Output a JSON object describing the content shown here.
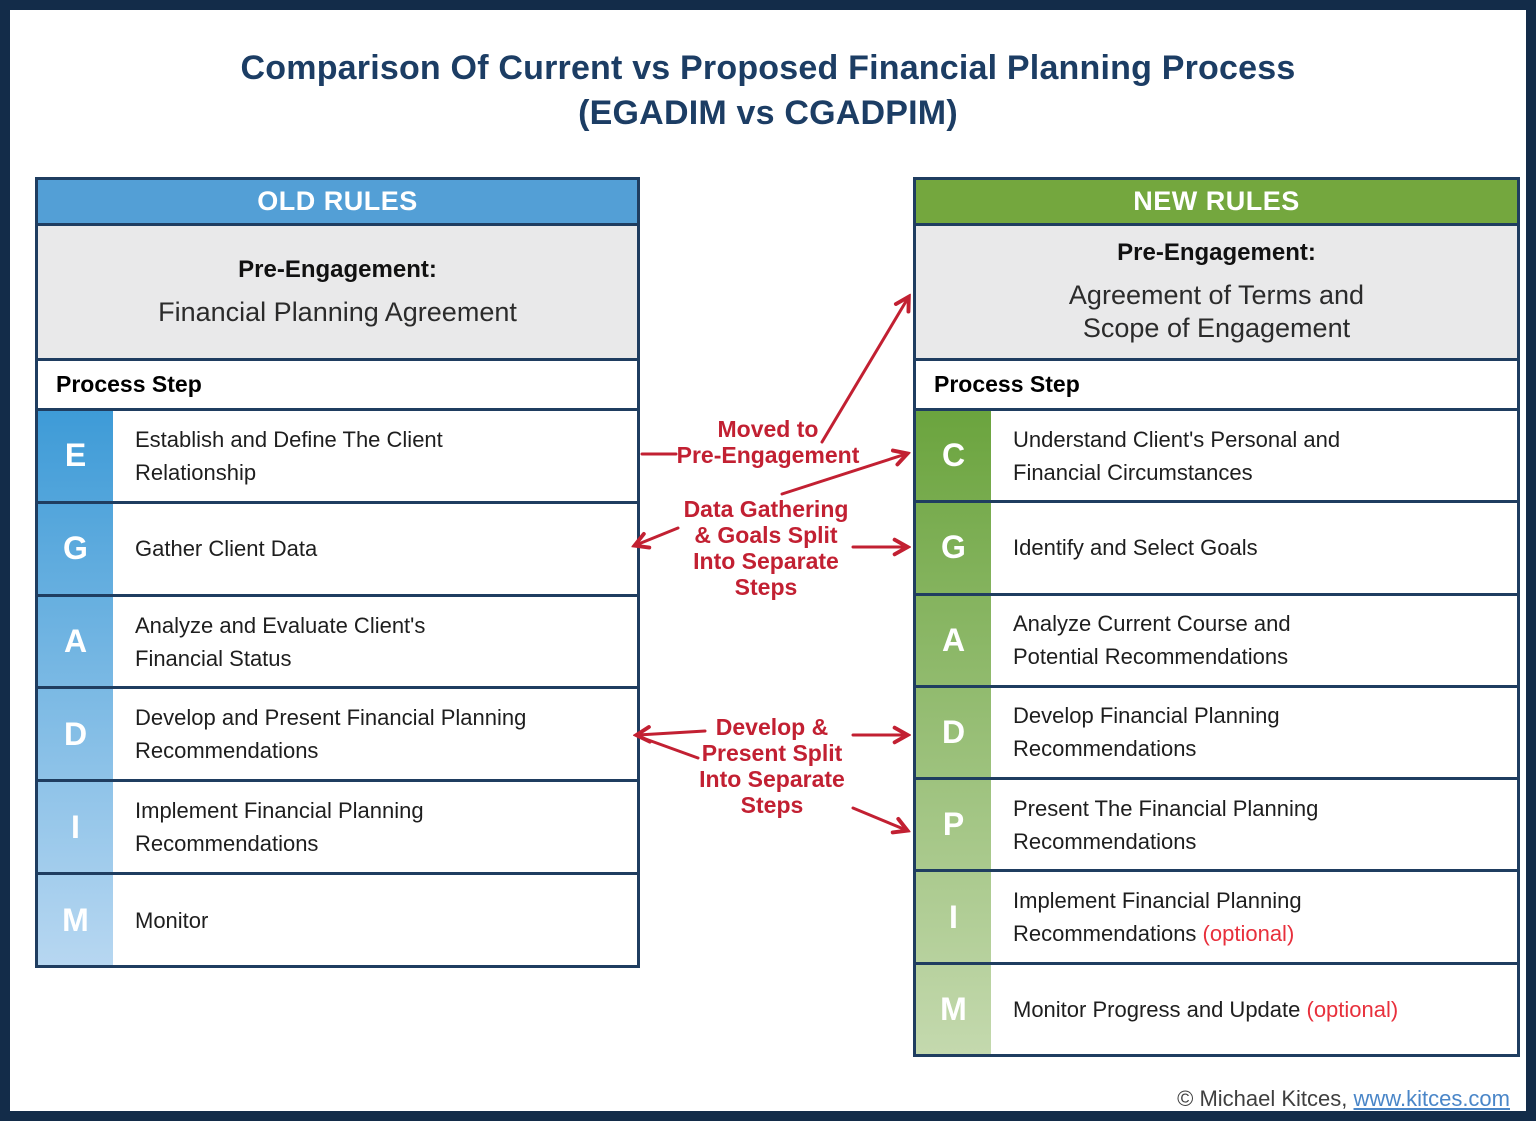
{
  "title": {
    "line1": "Comparison Of Current vs Proposed Financial Planning Process",
    "line2": "(EGADIM vs CGADPIM)"
  },
  "old_table": {
    "header": "OLD RULES",
    "pre_engagement": {
      "title": "Pre-Engagement:",
      "lines": [
        "Financial Planning Agreement"
      ]
    },
    "process_step_label": "Process Step",
    "rows": [
      {
        "letter": "E",
        "lines": [
          "Establish and Define The Client",
          "Relationship"
        ]
      },
      {
        "letter": "G",
        "lines": [
          "Gather Client Data"
        ]
      },
      {
        "letter": "A",
        "lines": [
          "Analyze and Evaluate Client's",
          "Financial Status"
        ]
      },
      {
        "letter": "D",
        "lines": [
          "Develop and Present Financial Planning",
          "Recommendations"
        ]
      },
      {
        "letter": "I",
        "lines": [
          "Implement Financial Planning",
          "Recommendations"
        ]
      },
      {
        "letter": "M",
        "lines": [
          "Monitor"
        ]
      }
    ]
  },
  "new_table": {
    "header": "NEW RULES",
    "pre_engagement": {
      "title": "Pre-Engagement:",
      "lines": [
        "Agreement of Terms and",
        "Scope of Engagement"
      ]
    },
    "process_step_label": "Process Step",
    "rows": [
      {
        "letter": "C",
        "lines": [
          "Understand Client's Personal and",
          "Financial Circumstances"
        ]
      },
      {
        "letter": "G",
        "lines": [
          "Identify and Select Goals"
        ]
      },
      {
        "letter": "A",
        "lines": [
          "Analyze Current Course and",
          "Potential Recommendations"
        ]
      },
      {
        "letter": "D",
        "lines": [
          "Develop Financial Planning",
          "Recommendations"
        ]
      },
      {
        "letter": "P",
        "lines": [
          "Present The Financial Planning",
          "Recommendations"
        ]
      },
      {
        "letter": "I",
        "lines": [
          "Implement Financial Planning",
          "Recommendations"
        ],
        "suffix": "(optional)"
      },
      {
        "letter": "M",
        "lines": [
          "Monitor Progress and Update"
        ],
        "suffix": "(optional)"
      }
    ]
  },
  "annotations": {
    "moved": {
      "lines": [
        "Moved to",
        "Pre-Engagement"
      ]
    },
    "data": {
      "lines": [
        "Data Gathering",
        "& Goals Split",
        "Into Separate",
        "Steps"
      ]
    },
    "develop": {
      "lines": [
        "Develop &",
        "Present Split",
        "Into Separate",
        "Steps"
      ]
    }
  },
  "footer": {
    "copyright": "© Michael Kitces, ",
    "link": "www.kitces.com"
  },
  "colors": {
    "frame_navy": "#132C49",
    "border_navy": "#1F3D60",
    "title_navy": "#1C3D64",
    "old_header_blue": "#539FD6",
    "old_badge_gradient": [
      "#3E9BD7",
      "#B7D7F1"
    ],
    "new_header_green": "#74A73E",
    "new_badge_gradient": [
      "#6BA43E",
      "#C4D9AE"
    ],
    "pre_box_gray": "#E9E9EA",
    "annotation_red": "#C22032",
    "optional_red": "#E8303C",
    "link_blue": "#4A86C8"
  }
}
